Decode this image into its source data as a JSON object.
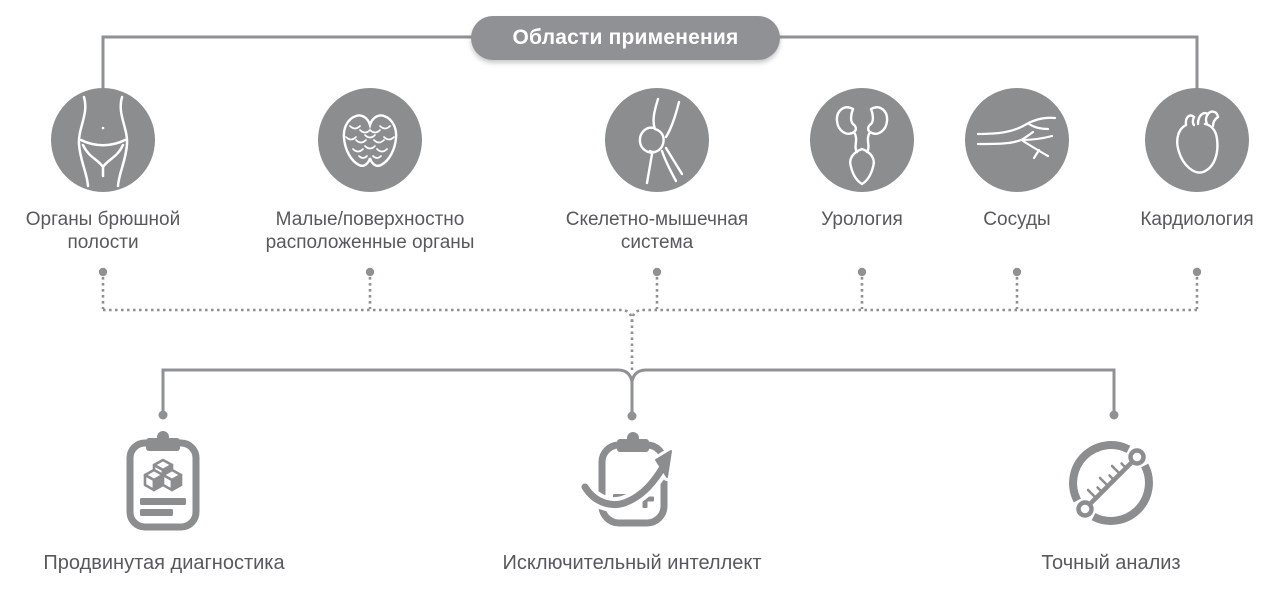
{
  "header": {
    "title": "Области применения"
  },
  "colors": {
    "primary_gray": "#8b8d8f",
    "line_gray": "#8f9194",
    "text_gray": "#58595b",
    "icon_stroke_on_circle": "#ffffff"
  },
  "applications": [
    {
      "id": "abdominal",
      "label": "Органы брюшной\nполости",
      "icon": "abdomen-icon"
    },
    {
      "id": "small-organs",
      "label": "Малые/поверхностно\nрасположенные органы",
      "icon": "thyroid-icon"
    },
    {
      "id": "musculoskeletal",
      "label": "Скелетно-мышечная\nсистема",
      "icon": "knee-joint-icon"
    },
    {
      "id": "urology",
      "label": "Урология",
      "icon": "urinary-system-icon"
    },
    {
      "id": "vessels",
      "label": "Сосуды",
      "icon": "blood-vessels-icon"
    },
    {
      "id": "cardiology",
      "label": "Кардиология",
      "icon": "heart-icon"
    }
  ],
  "features": [
    {
      "id": "advanced-diagnostics",
      "label": "Продвинутая диагностика",
      "icon": "clipboard-cubes-icon"
    },
    {
      "id": "exceptional-intelligence",
      "label": "Исключительный интеллект",
      "icon": "clipboard-growth-arrow-icon"
    },
    {
      "id": "accurate-analysis",
      "label": "Точный анализ",
      "icon": "precision-gauge-icon"
    }
  ]
}
